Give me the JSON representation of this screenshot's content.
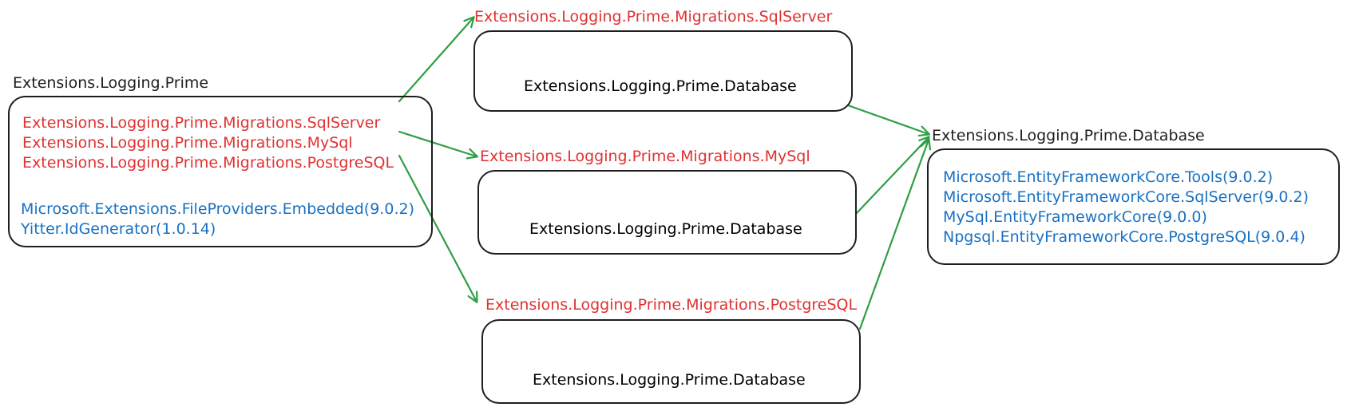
{
  "source": {
    "title": "Extensions.Logging.Prime",
    "migrations": [
      "Extensions.Logging.Prime.Migrations.SqlServer",
      "Extensions.Logging.Prime.Migrations.MySql",
      "Extensions.Logging.Prime.Migrations.PostgreSQL"
    ],
    "packages": [
      "Microsoft.Extensions.FileProviders.Embedded(9.0.2)",
      "Yitter.IdGenerator(1.0.14)"
    ]
  },
  "migration_nodes": [
    {
      "title": "Extensions.Logging.Prime.Migrations.SqlServer",
      "content": "Extensions.Logging.Prime.Database"
    },
    {
      "title": "Extensions.Logging.Prime.Migrations.MySql",
      "content": "Extensions.Logging.Prime.Database"
    },
    {
      "title": "Extensions.Logging.Prime.Migrations.PostgreSQL",
      "content": "Extensions.Logging.Prime.Database"
    }
  ],
  "database": {
    "title": "Extensions.Logging.Prime.Database",
    "packages": [
      "Microsoft.EntityFrameworkCore.Tools(9.0.2)",
      "Microsoft.EntityFrameworkCore.SqlServer(9.0.2)",
      "MySql.EntityFrameworkCore(9.0.0)",
      "Npgsql.EntityFrameworkCore.PostgreSQL(9.0.4)"
    ]
  },
  "colors": {
    "stroke": "#1e1e1e",
    "migration_text": "#e03131",
    "package_text": "#1971c2",
    "arrow": "#2f9e44"
  }
}
